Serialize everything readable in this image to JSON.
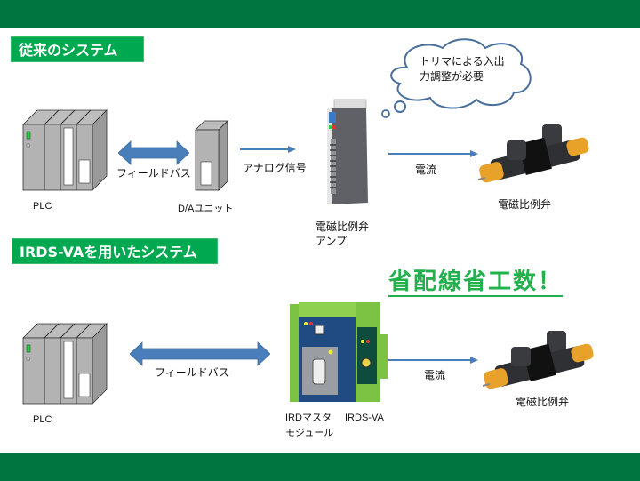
{
  "colors": {
    "header_green": "#007540",
    "section_green": "#00a94f",
    "headline_green": "#22b14c",
    "arrow_blue": "#4a7ebb"
  },
  "sections": {
    "conventional": {
      "title": "従来のシステム",
      "plc_label": "PLC",
      "fieldbus_label": "フィールドバス",
      "da_label": "D/Aユニット",
      "analog_label": "アナログ信号",
      "amp_label_line1": "電磁比例弁",
      "amp_label_line2": "アンプ",
      "current_label": "電流",
      "valve_label": "電磁比例弁",
      "thought_line1": "トリマによる入出",
      "thought_line2": "力調整が必要"
    },
    "irds": {
      "title": "IRDS-VAを用いたシステム",
      "headline": "省配線省工数！",
      "plc_label": "PLC",
      "fieldbus_label": "フィールドバス",
      "master_label_line1": "IRDマスタ",
      "master_label_line2": "モジュール",
      "irds_label": "IRDS-VA",
      "current_label": "電流",
      "valve_label": "電磁比例弁"
    }
  },
  "icons": [
    "plc-rack-icon",
    "da-unit-icon",
    "amplifier-icon",
    "proportional-valve-icon",
    "ird-master-module-icon",
    "irds-va-module-icon",
    "thought-bubble-icon",
    "double-arrow-icon",
    "right-arrow-icon"
  ]
}
